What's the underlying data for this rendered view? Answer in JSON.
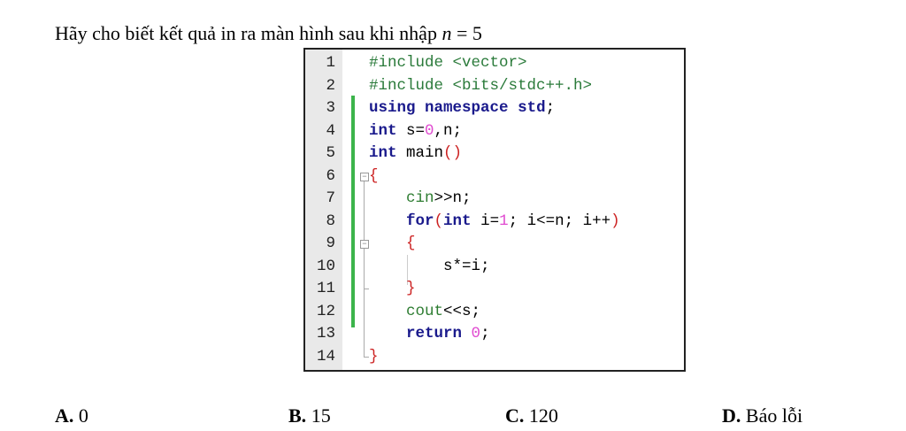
{
  "question": {
    "prefix": "Hãy cho biết kết quả in ra màn hình sau khi nhập ",
    "var": "n",
    "eq": " = 5"
  },
  "code_lines": [
    {
      "n": "1",
      "text": "#include <vector>"
    },
    {
      "n": "2",
      "text": "#include <bits/stdc++.h>"
    },
    {
      "n": "3",
      "text": "using namespace std;"
    },
    {
      "n": "4",
      "text": "int s=0,n;"
    },
    {
      "n": "5",
      "text": "int main()"
    },
    {
      "n": "6",
      "text": "{"
    },
    {
      "n": "7",
      "text": "    cin>>n;"
    },
    {
      "n": "8",
      "text": "    for(int i=1; i<=n; i++)"
    },
    {
      "n": "9",
      "text": "    {"
    },
    {
      "n": "10",
      "text": "        s*=i;"
    },
    {
      "n": "11",
      "text": "    }"
    },
    {
      "n": "12",
      "text": "    cout<<s;"
    },
    {
      "n": "13",
      "text": "    return 0;"
    },
    {
      "n": "14",
      "text": "}"
    }
  ],
  "options": [
    {
      "label": "A.",
      "value": "0"
    },
    {
      "label": "B.",
      "value": "15"
    },
    {
      "label": "C.",
      "value": "120"
    },
    {
      "label": "D.",
      "value": "Báo lỗi"
    }
  ]
}
